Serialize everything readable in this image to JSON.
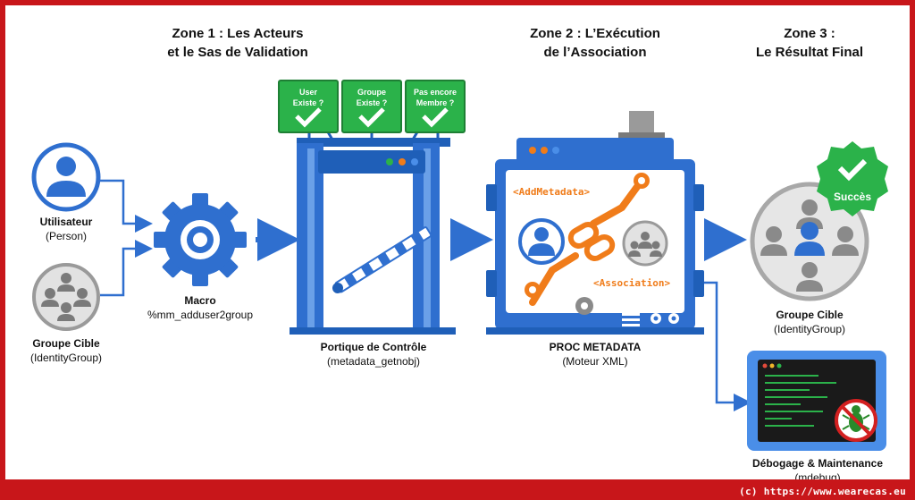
{
  "zones": [
    {
      "line1": "Zone 1 : Les Acteurs",
      "line2": "et le Sas de Validation"
    },
    {
      "line1": "Zone 2 : L’Exécution",
      "line2": "de l’Association"
    },
    {
      "line1": "Zone 3 :",
      "line2": "Le Résultat Final"
    }
  ],
  "nodes": {
    "user": {
      "name": "Utilisateur",
      "type": "(Person)"
    },
    "group_source": {
      "name": "Groupe Cible",
      "type": "(IdentityGroup)"
    },
    "macro": {
      "name": "Macro",
      "type": "%mm_adduser2group"
    },
    "portal": {
      "name": "Portique de Contrôle",
      "type": "(metadata_getnobj)"
    },
    "proc": {
      "name": "PROC METADATA",
      "type": "(Moteur XML)"
    },
    "group_result": {
      "name": "Groupe Cible",
      "type": "(IdentityGroup)"
    },
    "debug": {
      "name": "Débogage & Maintenance",
      "type": "(mdebug)"
    }
  },
  "checks": [
    {
      "line1": "User",
      "line2": "Existe ?"
    },
    {
      "line1": "Groupe",
      "line2": "Existe ?"
    },
    {
      "line1": "Pas encore",
      "line2": "Membre ?"
    }
  ],
  "xml_tags": {
    "add": "<AddMetadata>",
    "assoc": "<Association>"
  },
  "success_badge": "Succès",
  "footer": "(c) https://www.wearecas.eu",
  "colors": {
    "blue": "#2f6fcf",
    "dark_blue": "#1f5fb8",
    "green": "#2bb24a",
    "orange": "#f07c1a",
    "frame_red": "#c8161a",
    "grey": "#d6d6d6"
  }
}
